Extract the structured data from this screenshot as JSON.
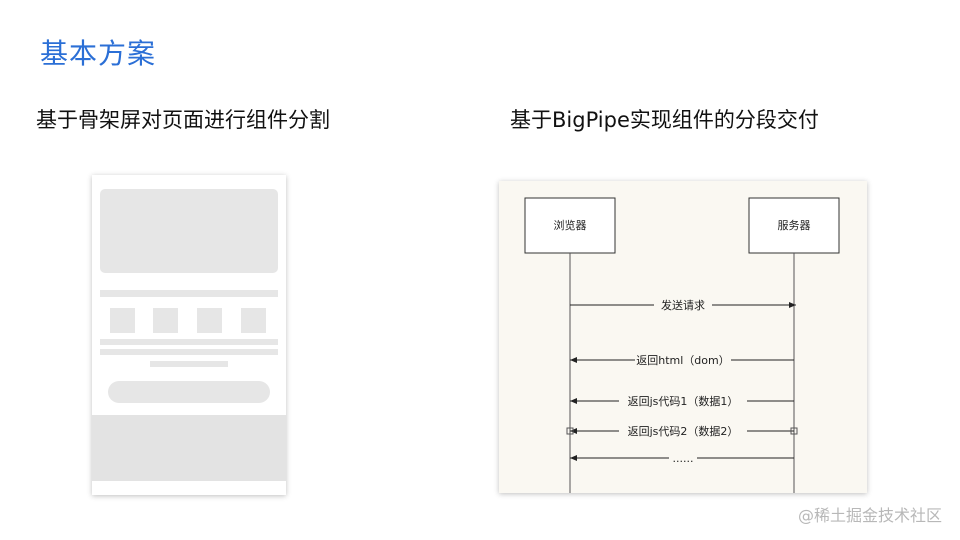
{
  "slide": {
    "title": "基本方案",
    "left_caption": "基于骨架屏对页面进行组件分割",
    "right_caption": "基于BigPipe实现组件的分段交付"
  },
  "diagram": {
    "participants": [
      "浏览器",
      "服务器"
    ],
    "messages": [
      {
        "label": "发送请求",
        "direction": "to-server"
      },
      {
        "label": "返回html（dom）",
        "direction": "to-browser"
      },
      {
        "label": "返回js代码1（数据1）",
        "direction": "to-browser"
      },
      {
        "label": "返回js代码2（数据2）",
        "direction": "to-browser"
      },
      {
        "label": "......",
        "direction": "to-browser"
      }
    ]
  },
  "watermark": "@稀土掘金技术社区"
}
